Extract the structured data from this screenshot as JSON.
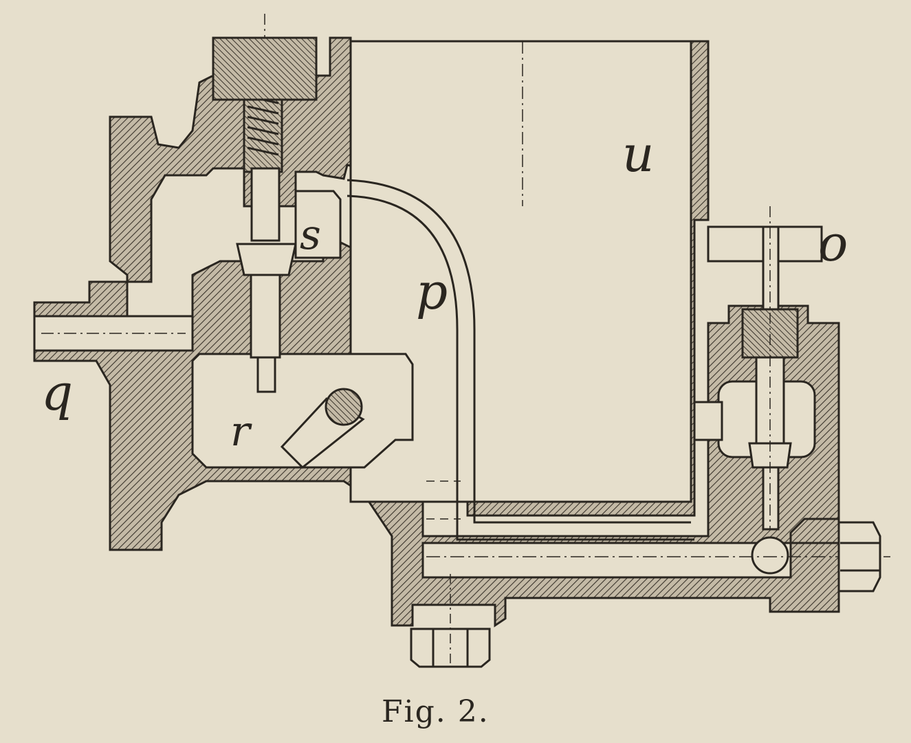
{
  "figure": {
    "caption": "Fig. 2.",
    "labels": {
      "u": "u",
      "s": "s",
      "o": "o",
      "p": "p",
      "q": "q",
      "r": "r"
    }
  },
  "colors": {
    "paper": "#e6dfcc",
    "ink": "#2a2620",
    "section_fill": "#b7ad9a"
  }
}
